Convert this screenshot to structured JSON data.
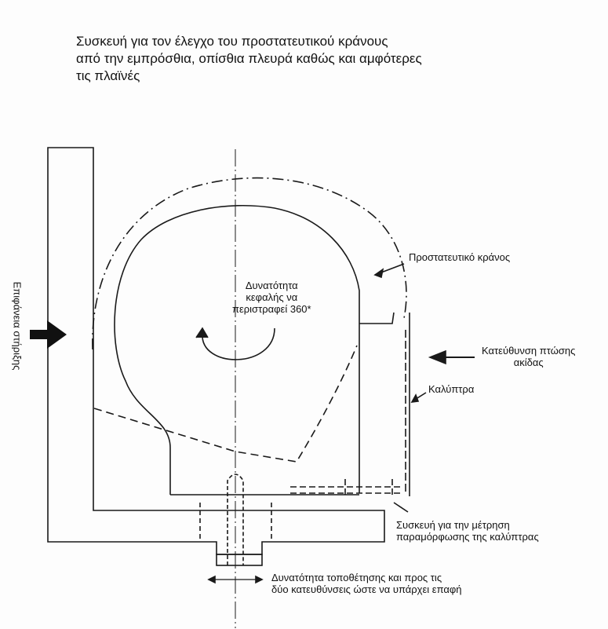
{
  "title_lines": [
    "Συσκευή για τον έλεγχο του προστατευτικού κράνους",
    "από την εμπρόσθια, οπίσθια πλευρά καθώς και αμφότερες",
    "τις πλαϊνές"
  ],
  "labels": {
    "support_surface": "Επιφάνεια στήριξης",
    "head_rotation": [
      "Δυνατότητα",
      "κεφαλής να",
      "περιστραφεί 360*"
    ],
    "helmet": "Προστατευτικό κράνος",
    "spike_direction": [
      "Κατεύθυνση πτώσης",
      "ακίδας"
    ],
    "cover": "Καλύπτρα",
    "measurement_device": [
      "Συσκευή για την μέτρηση",
      "παραμόρφωσης της καλύπτρας"
    ],
    "positioning": [
      "Δυνατότητα τοποθέτησης και προς τις",
      "δύο κατευθύνσεις ώστε να υπάρχει επαφή"
    ]
  }
}
